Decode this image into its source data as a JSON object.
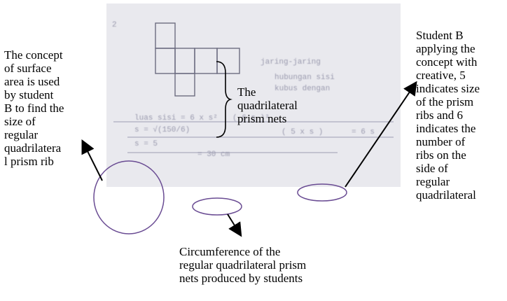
{
  "annotations": {
    "left": "The concept\nof surface\narea is used\nby student\nB to find the\nsize of\nregular\nquadrilatera\nl prism rib",
    "middle": "The\nquadrilateral\nprism nets",
    "bottom": "Circumference of the\nregular quadrilateral prism\nnets produced by students",
    "right": "Student B\napplying the\nconcept with\ncreative, 5\nindicates size\nof the prism\nribs and 6\nindicates the\nnumber of\nribs on the\nside of\nregular\nquadrilateral"
  },
  "colors": {
    "ellipse": "#6a4c93",
    "arrow": "#000000"
  }
}
